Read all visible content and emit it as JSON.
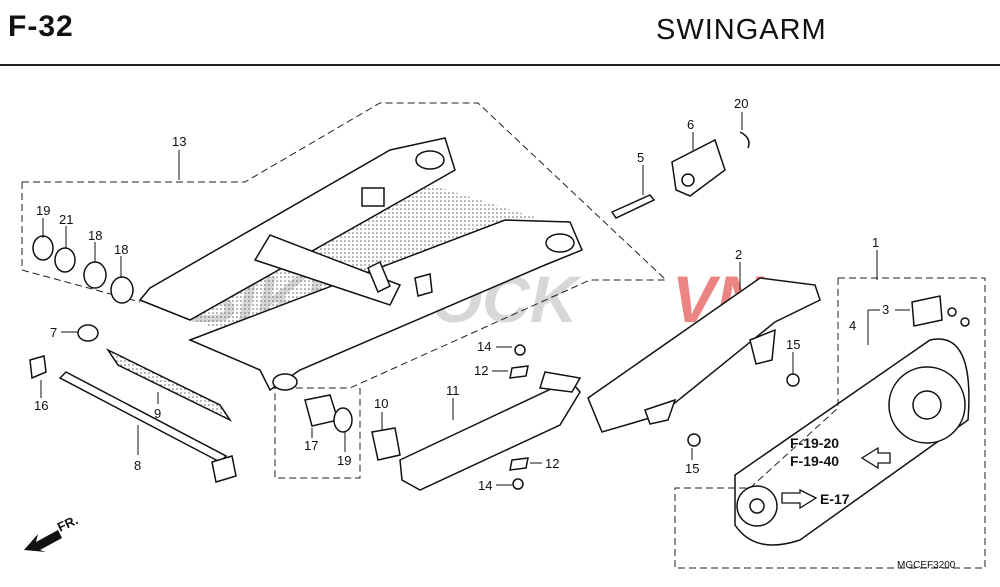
{
  "header": {
    "code": "F-32",
    "title": "SWINGARM"
  },
  "watermark": {
    "part1": "BIKESTOCK",
    "part2": "VN"
  },
  "callouts": {
    "c1": "1",
    "c2": "2",
    "c3": "3",
    "c4": "4",
    "c5": "5",
    "c6": "6",
    "c7": "7",
    "c8": "8",
    "c9": "9",
    "c10": "10",
    "c11": "11",
    "c12a": "12",
    "c12b": "12",
    "c13": "13",
    "c14a": "14",
    "c14b": "14",
    "c15a": "15",
    "c15b": "15",
    "c16": "16",
    "c17": "17",
    "c18a": "18",
    "c18b": "18",
    "c19a": "19",
    "c19b": "19",
    "c20": "20",
    "c21": "21"
  },
  "refs": {
    "r1": "F-19-20",
    "r2": "F-19-40",
    "r3": "E-17"
  },
  "front_label": "FR.",
  "drawing_code": "MGCEF3200",
  "colors": {
    "watermark_gray": "#b8b8b8",
    "watermark_red": "#e02020",
    "line": "#111111"
  }
}
